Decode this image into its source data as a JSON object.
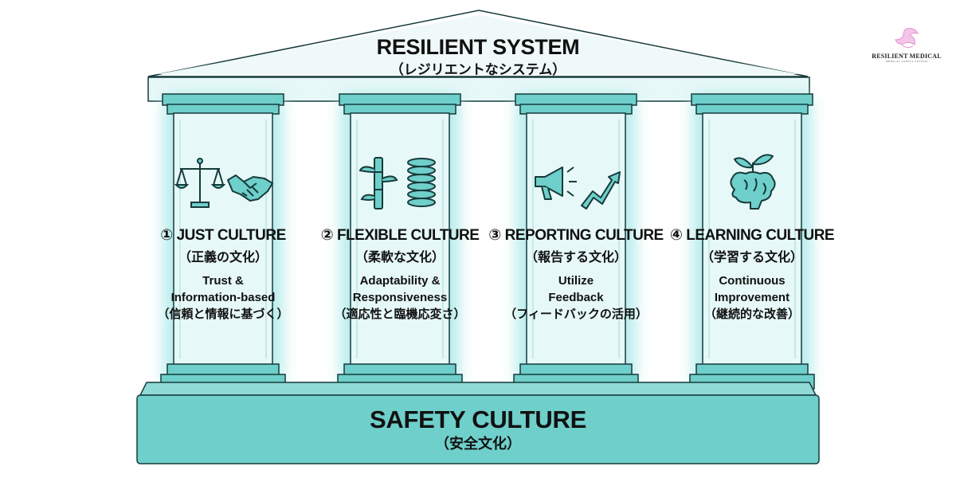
{
  "roof": {
    "title": "RESILIENT SYSTEM",
    "subtitle": "（レジリエントなシステム）"
  },
  "pillars": [
    {
      "name": "① JUST CULTURE",
      "japanese": "（正義の文化）",
      "description": [
        "Trust &",
        "Information-based",
        "（信頼と情報に基づく）"
      ],
      "icons": [
        "scales-icon",
        "handshake-icon"
      ]
    },
    {
      "name": "② FLEXIBLE CULTURE",
      "japanese": "（柔軟な文化）",
      "description": [
        "Adaptability &",
        "Responsiveness",
        "（適応性と臨機応変さ）"
      ],
      "icons": [
        "bamboo-icon",
        "spring-icon"
      ]
    },
    {
      "name": "③ REPORTING CULTURE",
      "japanese": "（報告する文化）",
      "description": [
        "Utilize",
        "Feedback",
        "（フィードバックの活用）"
      ],
      "icons": [
        "megaphone-icon",
        "trend-arrow-icon"
      ]
    },
    {
      "name": "④ LEARNING CULTURE",
      "japanese": "（学習する文化）",
      "description": [
        "Continuous",
        "Improvement",
        "（継続的な改善）"
      ],
      "icons": [
        "brain-sprout-icon"
      ]
    }
  ],
  "foundation": {
    "title": "SAFETY CULTURE",
    "subtitle": "（安全文化）"
  },
  "logo": {
    "name": "RESILIENT MEDICAL",
    "tagline": "MEDICAL SAFETY SYSTEM"
  },
  "colors": {
    "teal": "#6fcfca",
    "teal_light": "#e6f8f7",
    "glow": "#b6ecec",
    "outline": "#163a3a",
    "logo_pink": "#e59cd6"
  }
}
